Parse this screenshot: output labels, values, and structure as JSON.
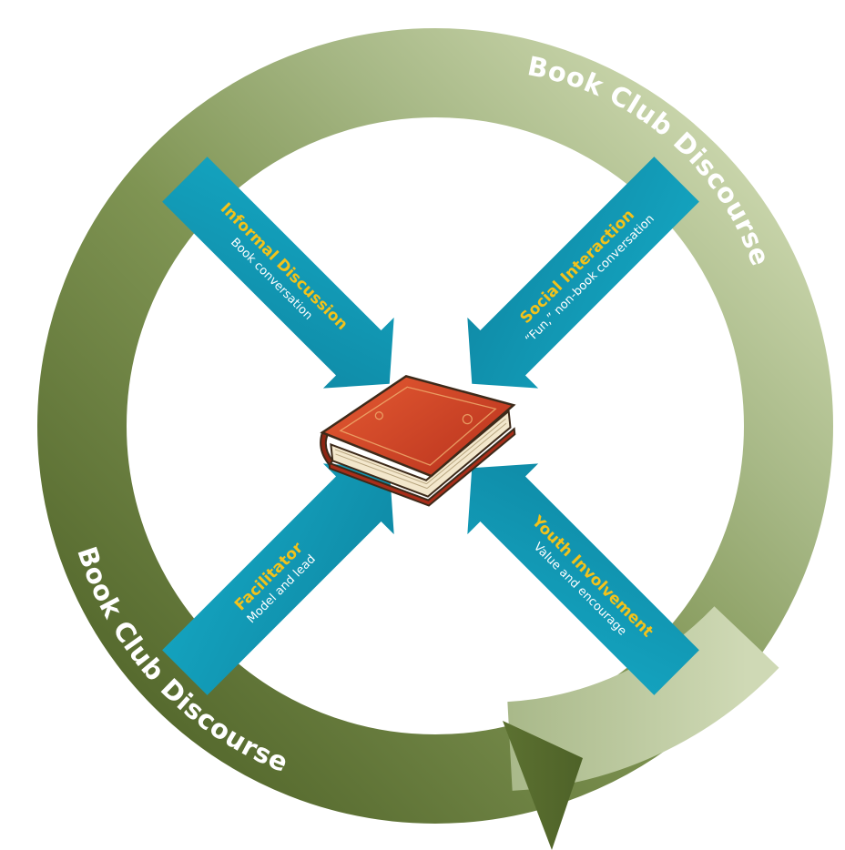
{
  "diagram": {
    "cycle_label_top": "Book Club Discourse",
    "cycle_label_bottom": "Book Club Discourse",
    "center_icon": "book-icon",
    "colors": {
      "ring_dark": "#5a6e32",
      "ring_light": "#c7d3a8",
      "arrow_fill": "#1298b4",
      "arrow_title": "#f3c21a",
      "arrow_subtitle": "#ffffff",
      "book_cover": "#d9452a"
    },
    "arrows": [
      {
        "title": "Informal Discussion",
        "subtitle": "Book conversation"
      },
      {
        "title": "Social Interaction",
        "subtitle": "“Fun,” non-book conversation"
      },
      {
        "title": "Facilitator",
        "subtitle": "Model and lead"
      },
      {
        "title": "Youth Involvement",
        "subtitle": "Value and encourage"
      }
    ]
  }
}
